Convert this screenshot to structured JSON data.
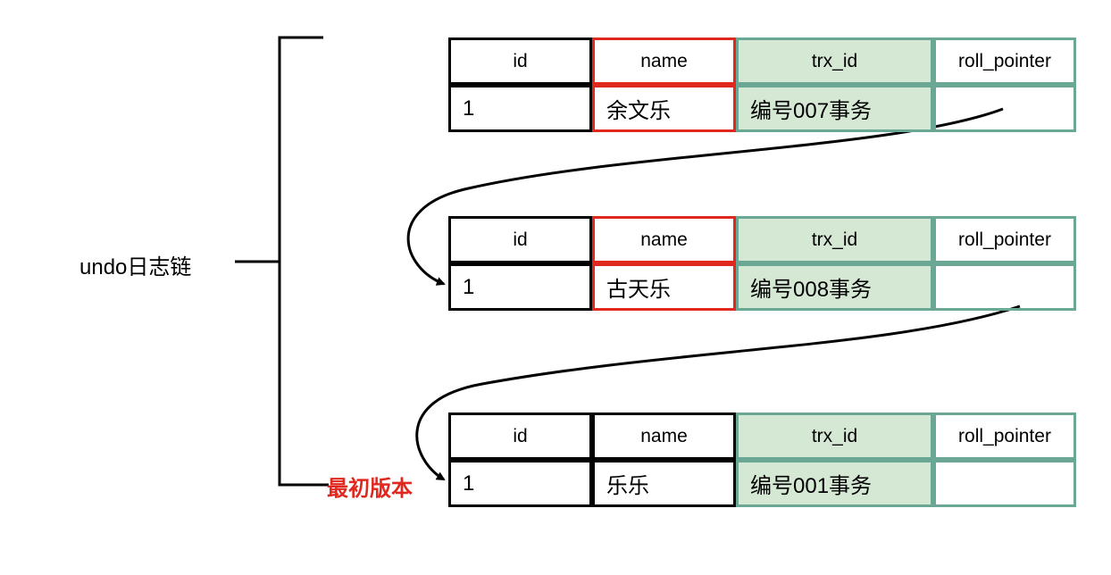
{
  "headers": {
    "id": "id",
    "name": "name",
    "trx_id": "trx_id",
    "roll_pointer": "roll_pointer"
  },
  "records": [
    {
      "id": "1",
      "name": "余文乐",
      "trx_id": "编号007事务",
      "roll_pointer": ""
    },
    {
      "id": "1",
      "name": "古天乐",
      "trx_id": "编号008事务",
      "roll_pointer": ""
    },
    {
      "id": "1",
      "name": "乐乐",
      "trx_id": "编号001事务",
      "roll_pointer": ""
    }
  ],
  "labels": {
    "undo_chain": "undo日志链",
    "initial_version": "最初版本"
  },
  "colors": {
    "name_highlight": "#e0281f",
    "trx_fill": "#d5e8d4",
    "trx_border": "#6aa895",
    "initial_label": "#e0281f"
  }
}
